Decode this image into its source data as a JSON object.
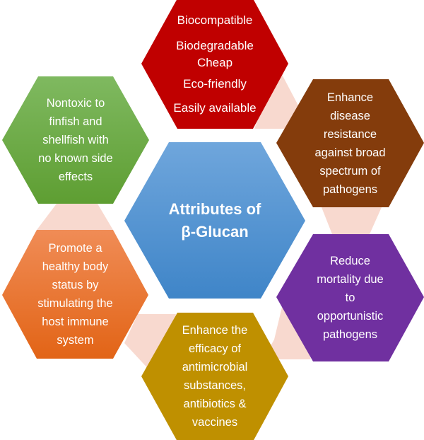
{
  "center": {
    "lines": [
      "Attributes of",
      "β-Glucan"
    ],
    "color": "#5b9bd5"
  },
  "nodes": [
    {
      "id": "top",
      "lines": [
        "Biocompatible",
        "Biodegradable",
        "Cheap",
        "Eco-friendly",
        "Easily available"
      ],
      "color": "#c00000"
    },
    {
      "id": "upper-right",
      "lines": [
        "Enhance",
        "disease",
        "resistance",
        "against broad",
        "spectrum of",
        "pathogens"
      ],
      "color": "#843c0c"
    },
    {
      "id": "lower-right",
      "lines": [
        "Reduce",
        "mortality due",
        "to",
        "opportunistic",
        "pathogens"
      ],
      "color": "#7030a0"
    },
    {
      "id": "bottom",
      "lines": [
        "Enhance the",
        "efficacy of",
        "antimicrobial",
        "substances,",
        "antibiotics &",
        "vaccines"
      ],
      "color": "#bf9000"
    },
    {
      "id": "lower-left",
      "lines": [
        "Promote a",
        "healthy body",
        "status by",
        "stimulating the",
        "host immune",
        "system"
      ],
      "color": "#ed7d31"
    },
    {
      "id": "upper-left",
      "lines": [
        "Nontoxic to",
        "finfish and",
        "shellfish with",
        "no known side",
        "effects"
      ],
      "color": "#70ad47"
    }
  ],
  "connector_color": "#f8d9cf"
}
